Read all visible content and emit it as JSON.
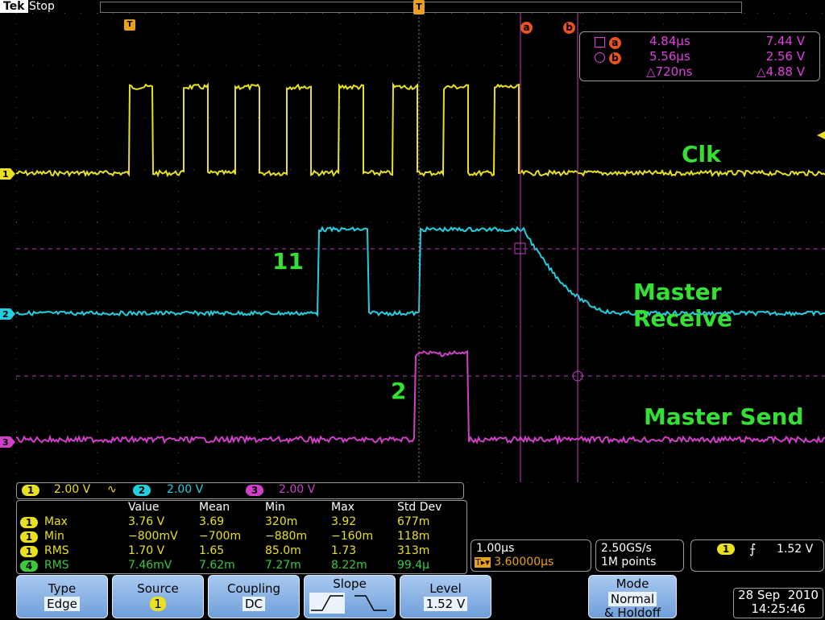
{
  "status": {
    "brand": "Tek",
    "state": "Stop"
  },
  "markers": {
    "trigger_pos": "T",
    "trigger_marker": "T",
    "cursor_a": "a",
    "cursor_b": "b"
  },
  "channels": [
    {
      "num": "1",
      "color": "#e8e020",
      "volts_per_div": "2.00 V",
      "bw_symbol": "∿"
    },
    {
      "num": "2",
      "color": "#20d0e0",
      "volts_per_div": "2.00 V"
    },
    {
      "num": "3",
      "color": "#d040c8",
      "volts_per_div": "2.00 V"
    },
    {
      "num": "4",
      "color": "#3cc83c"
    }
  ],
  "signal_labels": {
    "clk": "Clk",
    "master_receive": "Master Receive",
    "master_send": "Master Send",
    "count_receive": "11",
    "count_send": "2"
  },
  "cursor_readout": {
    "a": {
      "time": "4.84µs",
      "volt": "7.44 V"
    },
    "b": {
      "time": "5.56µs",
      "volt": "2.56 V"
    },
    "delta": {
      "time": "△720ns",
      "volt": "△4.88 V"
    }
  },
  "measurements": {
    "headers": [
      "Value",
      "Mean",
      "Min",
      "Max",
      "Std Dev"
    ],
    "rows": [
      {
        "ch": "1",
        "name": "Max",
        "value": "3.76 V",
        "mean": "3.69",
        "min": "320m",
        "max": "3.92",
        "std": "677m"
      },
      {
        "ch": "1",
        "name": "Min",
        "value": "−800mV",
        "mean": "−700m",
        "min": "−880m",
        "max": "−160m",
        "std": "118m"
      },
      {
        "ch": "1",
        "name": "RMS",
        "value": "1.70 V",
        "mean": "1.65",
        "min": "85.0m",
        "max": "1.73",
        "std": "313m"
      },
      {
        "ch": "4",
        "name": "RMS",
        "value": "7.46mV",
        "mean": "7.62m",
        "min": "7.27m",
        "max": "8.22m",
        "std": "99.4µ"
      }
    ]
  },
  "timebase": {
    "per_div": "1.00µs",
    "trigger_delay": "3.60000µs",
    "delay_icon": "T▸▾"
  },
  "acquisition": {
    "sample_rate": "2.50GS/s",
    "record_length": "1M points"
  },
  "trigger": {
    "source": "1",
    "slope_symbol": "⨍",
    "level": "1.52 V"
  },
  "menu": {
    "type": {
      "label": "Type",
      "value": "Edge"
    },
    "source": {
      "label": "Source",
      "value": "1"
    },
    "coupling": {
      "label": "Coupling",
      "value": "DC"
    },
    "slope": {
      "label": "Slope"
    },
    "level": {
      "label": "Level",
      "value": "1.52 V"
    },
    "mode": {
      "label": "Mode",
      "value": "Normal",
      "label2": "& Holdoff"
    }
  },
  "datetime": {
    "date": "28 Sep  2010",
    "time": "14:25:46"
  }
}
